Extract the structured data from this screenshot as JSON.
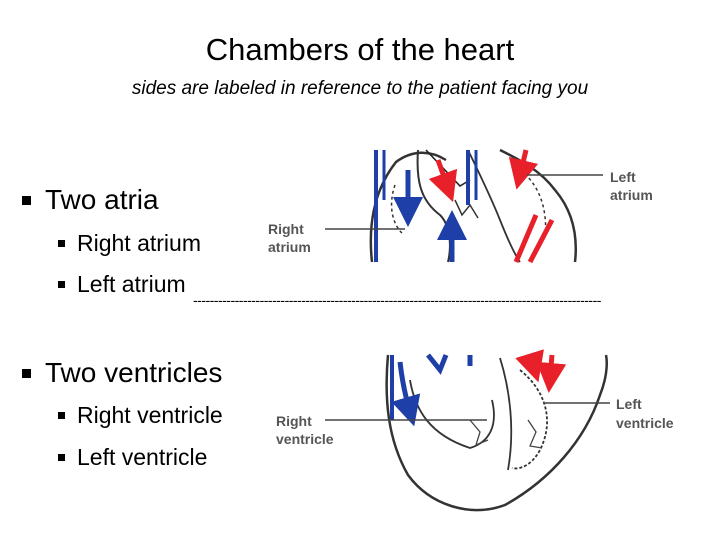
{
  "title": "Chambers of the heart",
  "subtitle": "sides are labeled in reference to the patient facing you",
  "bullets": {
    "atria_heading": "Two atria",
    "right_atrium": "Right atrium",
    "left_atrium": "Left atrium",
    "ventricles_heading": "Two ventricles",
    "right_ventricle": "Right ventricle",
    "left_ventricle": "Left ventricle"
  },
  "divider": "--------------------------------------------------------------------------------------------------",
  "diagram_labels": {
    "left_atrium_1": "Left",
    "left_atrium_2": "atrium",
    "right_atrium_1": "Right",
    "right_atrium_2": "atrium",
    "left_ventricle_1": "Left",
    "left_ventricle_2": "ventricle",
    "right_ventricle_1": "Right",
    "right_ventricle_2": "ventricle"
  },
  "colors": {
    "oxygenated": "#e8202a",
    "deoxygenated": "#1f3fa8",
    "outline": "#333333"
  }
}
